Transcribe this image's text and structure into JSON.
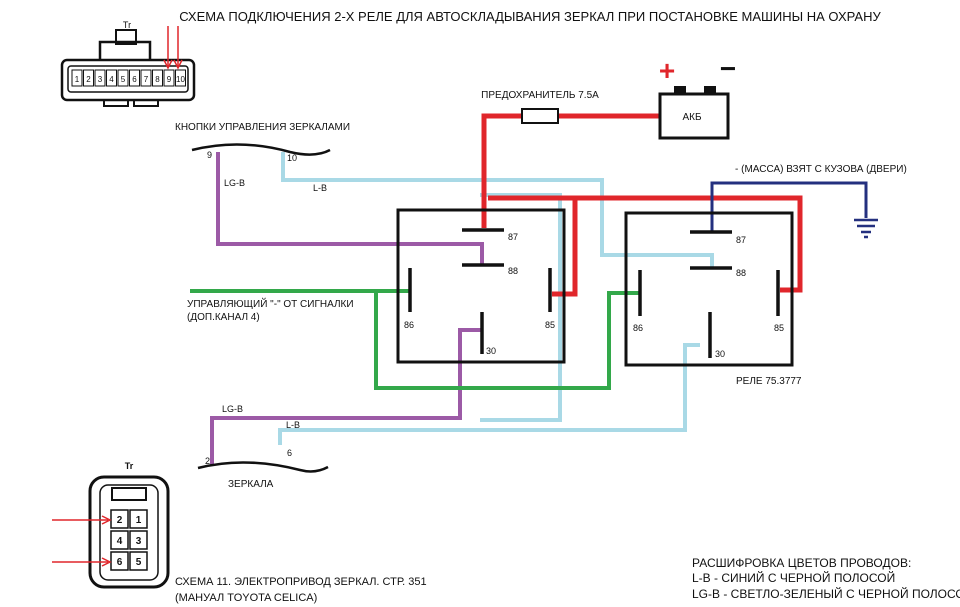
{
  "title": "СХЕМА ПОДКЛЮЧЕНИЯ 2-Х РЕЛЕ ДЛЯ АВТОСКЛАДЫВАНИЯ ЗЕРКАЛ ПРИ ПОСТАНОВКЕ МАШИНЫ НА ОХРАНУ",
  "fuse_label": "ПРЕДОХРАНИТЕЛЬ 7.5А",
  "battery": {
    "label": "АКБ",
    "plus": "+",
    "minus": "−"
  },
  "ground_label": "- (МАССА) ВЗЯТ С КУЗОВА (ДВЕРИ)",
  "buttons_label": "КНОПКИ УПРАВЛЕНИЯ ЗЕРКАЛАМИ",
  "buttons_pins": {
    "left": "9",
    "right": "10"
  },
  "mirror_label": "ЗЕРКАЛА",
  "mirror_pins": {
    "left": "2",
    "right": "6"
  },
  "wire_labels": {
    "lgb": "LG-B",
    "lb": "L-B"
  },
  "control_label": {
    "line1": "УПРАВЛЯЮЩИЙ \"-\" ОТ СИГНАЛКИ",
    "line2": "(ДОП.КАНАЛ 4)"
  },
  "relay_pins": {
    "p87": "87",
    "p88": "88",
    "p86": "86",
    "p85": "85",
    "p30": "30"
  },
  "relay_label": "РЕЛЕ 75.3777",
  "connector_top": {
    "mark": "Tr",
    "pins": [
      "1",
      "2",
      "3",
      "4",
      "5",
      "6",
      "7",
      "8",
      "9",
      "10"
    ]
  },
  "connector_bottom": {
    "mark": "Tr",
    "pins": [
      "2",
      "1",
      "4",
      "3",
      "6",
      "5"
    ]
  },
  "scheme_ref": {
    "line1": "СХЕМА 11. ЭЛЕКТРОПРИВОД ЗЕРКАЛ. СТР. 351",
    "line2": "(МАНУАЛ TOYOTA CELICA)"
  },
  "legend": {
    "title": "РАСШИФРОВКА ЦВЕТОВ ПРОВОДОВ:",
    "items": [
      "L-B - СИНИЙ С ЧЕРНОЙ ПОЛОСОЙ",
      "LG-B - СВЕТЛО-ЗЕЛЕНЫЙ С ЧЕРНОЙ ПОЛОСОЙ"
    ]
  },
  "colors": {
    "red": "#e0262b",
    "purple": "#9c5aa6",
    "lightblue": "#a9d9e6",
    "green": "#33a84a",
    "navy": "#24307f",
    "black": "#111111"
  }
}
